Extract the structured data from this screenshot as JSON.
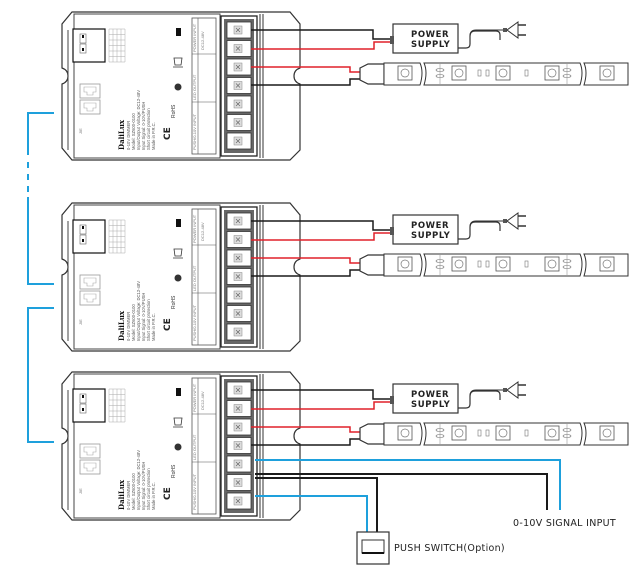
{
  "diagram": {
    "title": "0-10V Dimmer wiring diagram",
    "colors": {
      "signal_wire": "#1ea0dc",
      "positive_wire": "#e0202a",
      "negative_wire": "#1a1a1a",
      "outline": "#333333"
    },
    "dimmer": {
      "brand": "DaliLux",
      "info_lines": [
        "0-10V DIMMER",
        "Model: SZ600-0100",
        "Input/Output Voltage: DC12-48V",
        "Input Signal: 0-10V/PUSH",
        "Short circuit protection",
        "Made in P.R.C."
      ],
      "ce_mark": "CE",
      "rohs_mark": "RoHS",
      "terminal_sections": [
        "PUSH/0-10V INPUT",
        "LED OUTPUT",
        "POWER INPUT"
      ],
      "power_input_rating": "DC12-48V",
      "terminal_count": 7
    },
    "units": [
      {
        "name": "dimmer-1",
        "power_supply_label": [
          "POWER",
          "SUPPLY"
        ]
      },
      {
        "name": "dimmer-2",
        "power_supply_label": [
          "POWER",
          "SUPPLY"
        ]
      },
      {
        "name": "dimmer-3",
        "power_supply_label": [
          "POWER",
          "SUPPLY"
        ]
      }
    ],
    "labels": {
      "signal_input": "0-10V SIGNAL INPUT",
      "push_switch": "PUSH SWITCH(Option)"
    }
  }
}
